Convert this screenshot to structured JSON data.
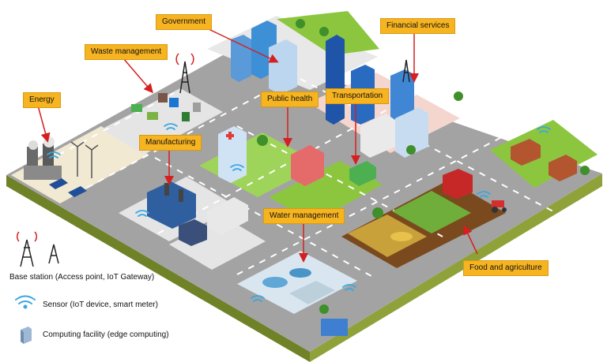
{
  "labels": {
    "government": "Government",
    "waste_management": "Waste management",
    "financial_services": "Financial services",
    "energy": "Energy",
    "public_health": "Public health",
    "transportation": "Transportation",
    "manufacturing": "Manufacturing",
    "water_management": "Water management",
    "food_agriculture": "Food and agriculture"
  },
  "legend": {
    "base_station": "Base station (Access point, IoT Gateway)",
    "sensor": "Sensor (IoT device, smart meter)",
    "computing": "Computing facility (edge computing)"
  },
  "colors": {
    "label_bg": "#f7b421",
    "arrow": "#d42020",
    "road": "#9a9a9a",
    "grass": "#8cc63f",
    "base_side": "#7a8c2e",
    "sensor": "#3aa7e0"
  },
  "icons": [
    "base-station-icon",
    "sensor-icon",
    "computing-facility-icon",
    "hospital-icon",
    "factory-icon",
    "tractor-icon",
    "bus-icon",
    "wind-turbine-icon",
    "solar-panel-icon"
  ]
}
